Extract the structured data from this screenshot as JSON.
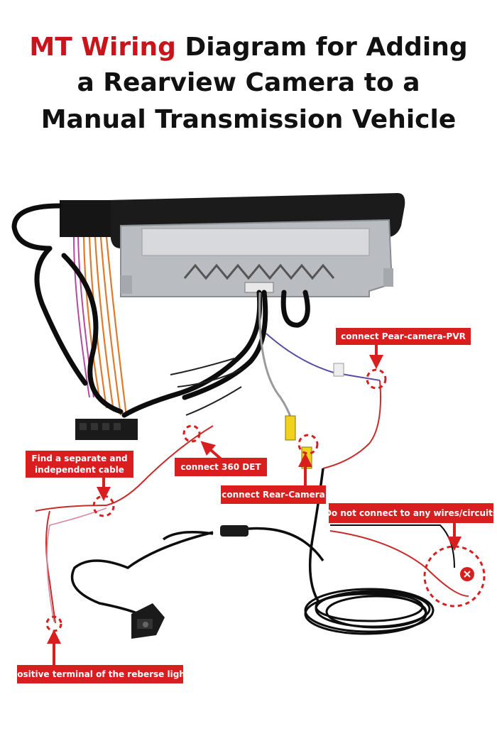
{
  "title": {
    "line1_highlight": "MT Wiring",
    "line1_rest": " Diagram for Adding",
    "line2_a": "a Re",
    "line2_highlight": "a",
    "line2_rest": "rview Camera to a",
    "line3": "Manual Transmission Vehicle"
  },
  "labels": {
    "pvr": "connect Pear-camera-PVR",
    "separate_line1": "Find a separate and",
    "separate_line2": "independent cable",
    "det": "connect 360 DET",
    "rear_camera": "connect Rear-Camera",
    "do_not_connect": "Do not connect to any wires/circuits",
    "positive": "Positive terminal of the reberse light"
  },
  "colors": {
    "accent_red": "#d81e1e",
    "title_red": "#c8141a",
    "title_text": "#111111",
    "label_text": "#ffffff"
  }
}
